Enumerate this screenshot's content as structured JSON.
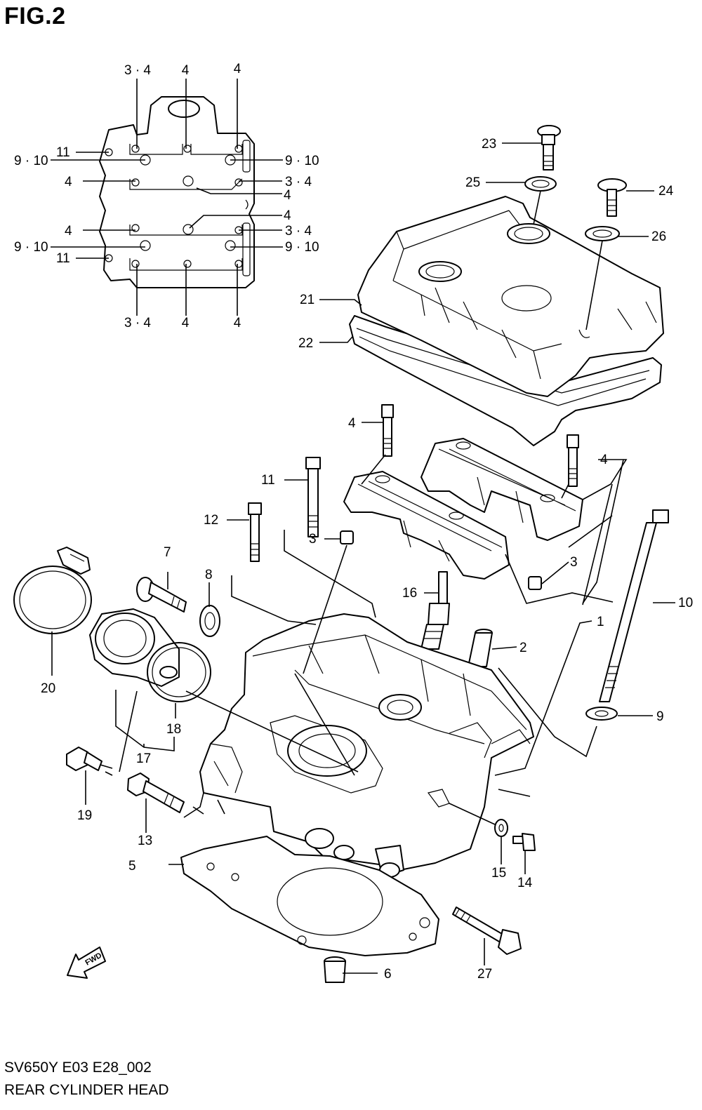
{
  "header": {
    "title": "FIG.2"
  },
  "footer": {
    "model_code": "SV650Y E03 E28_002",
    "assembly_name": "REAR CYLINDER HEAD"
  },
  "badge": {
    "fwd": "FWD"
  },
  "inset_labels": {
    "top_left": "3 · 4",
    "top_mid": "4",
    "top_right": "4",
    "l1": "11",
    "l2": "9 · 10",
    "l3": "4",
    "l4": "4",
    "l5": "9 · 10",
    "l6": "11",
    "r1": "9 · 10",
    "r2": "3 · 4",
    "r3": "4",
    "r4": "4",
    "r5": "3 · 4",
    "r6": "9 · 10",
    "bot_left": "3 · 4",
    "bot_mid": "4",
    "bot_right": "4"
  },
  "callouts": {
    "c1": "1",
    "c2": "2",
    "c3a": "3",
    "c3b": "3",
    "c4a": "4",
    "c4b": "4",
    "c5": "5",
    "c6": "6",
    "c7": "7",
    "c8": "8",
    "c9": "9",
    "c10": "10",
    "c11": "11",
    "c12": "12",
    "c13": "13",
    "c14": "14",
    "c15": "15",
    "c16": "16",
    "c17": "17",
    "c18": "18",
    "c19": "19",
    "c20": "20",
    "c21": "21",
    "c22": "22",
    "c23": "23",
    "c24": "24",
    "c25": "25",
    "c26": "26",
    "c27": "27"
  }
}
